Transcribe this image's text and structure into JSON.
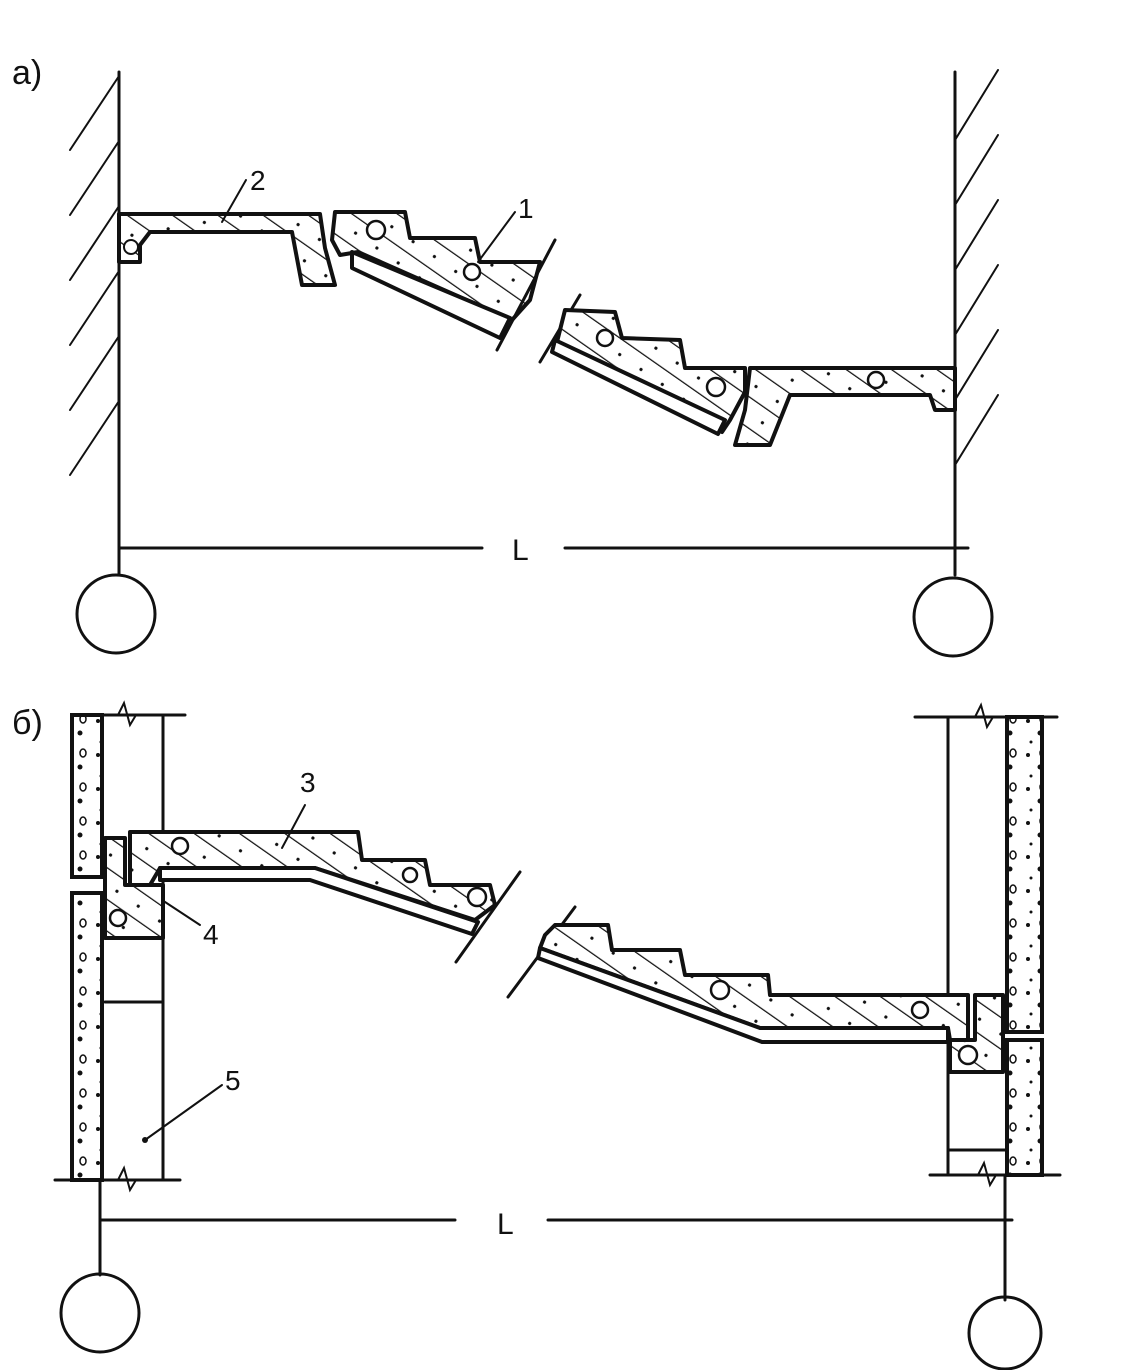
{
  "panels": [
    {
      "id": "a",
      "label": "а)"
    },
    {
      "id": "b",
      "label": "б)"
    }
  ],
  "callouts": {
    "a": [
      "2",
      "1"
    ],
    "b": [
      "3",
      "4",
      "5"
    ]
  },
  "dimension_label": "L",
  "colors": {
    "ink": "#111111",
    "paper": "#ffffff"
  }
}
